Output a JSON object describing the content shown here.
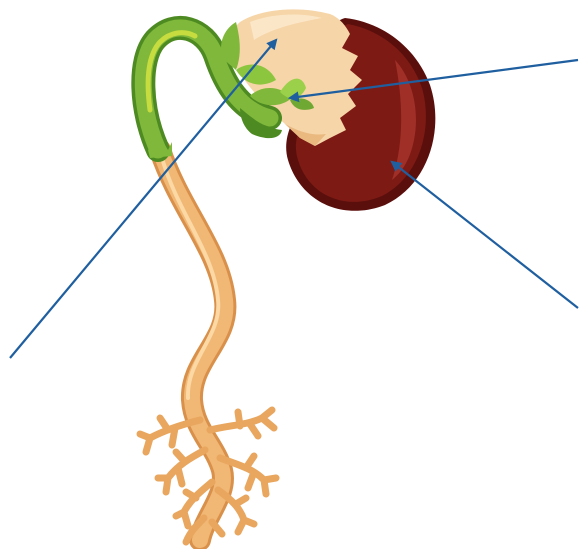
{
  "diagram": {
    "subject": "germinating-bean-seedling",
    "labels": [],
    "pointers": [
      {
        "id": "pointer-cotyledon",
        "target": "cotyledon"
      },
      {
        "id": "pointer-plumule",
        "target": "plumule-leaves"
      },
      {
        "id": "pointer-seed-coat",
        "target": "seed-coat"
      }
    ]
  },
  "colors": {
    "seed_coat_dark": "#5a0f0c",
    "seed_coat": "#7d1a14",
    "seed_coat_highlight": "#a6342a",
    "cotyledon": "#f6d5a8",
    "cotyledon_shade": "#e9b980",
    "stem_green": "#7fb83a",
    "stem_dark": "#4d8a22",
    "stem_light": "#c7dc3f",
    "root": "#f1b774",
    "root_dark": "#d9904a",
    "root_light": "#fbd8a4",
    "arrow": "#1f5fa0"
  }
}
